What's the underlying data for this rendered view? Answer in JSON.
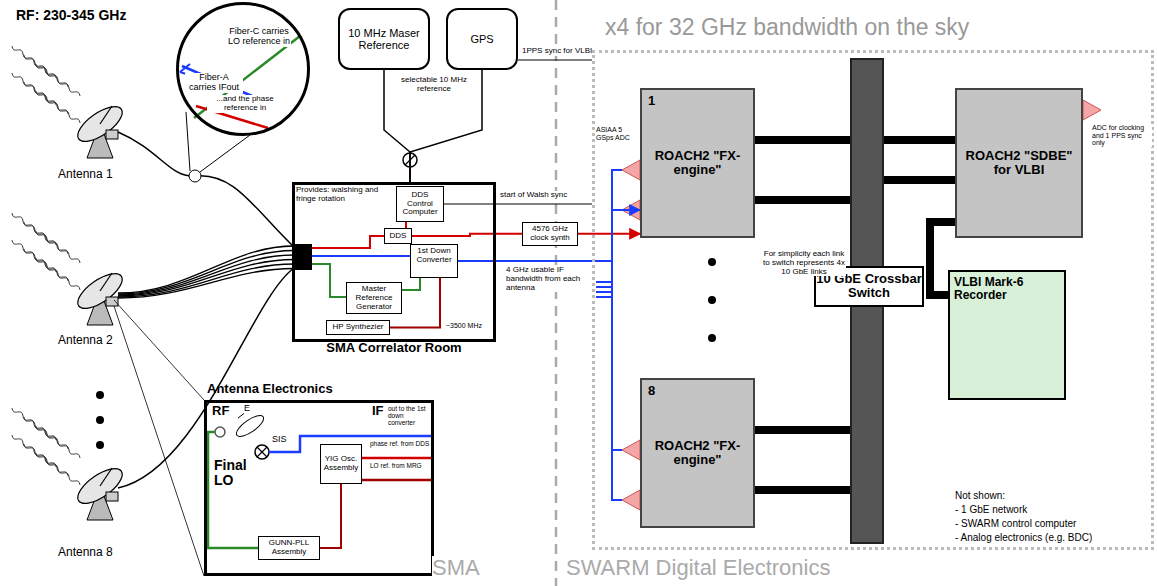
{
  "diagram": {
    "nodes": [
      {
        "text": [
          "Fiber-C carries LO reference in",
          "Fiber-A carries IFout",
          "...and the phase reference in"
        ]
      },
      {
        "text": [
          "10 MHz Maser Reference"
        ]
      },
      {
        "text": [
          "GPS"
        ]
      },
      {
        "text": [
          "SMA Correlator Room"
        ]
      },
      {
        "text": [
          "DDS Control Computer"
        ],
        "in": 3
      },
      {
        "text": [
          "DDS"
        ],
        "in": 3
      },
      {
        "text": [
          "1st Down Converter"
        ],
        "in": 3
      },
      {
        "text": [
          "Master Reference Generator"
        ],
        "in": 3
      },
      {
        "text": [
          "HP Synthezier"
        ],
        "in": 3
      },
      {
        "text": [
          "4576 GHz clock synth"
        ]
      },
      {
        "text": [
          "Antenna Electronics"
        ]
      },
      {
        "text": [
          "YIG Osc. Assembly"
        ],
        "in": 10
      },
      {
        "text": [
          "GUNN-PLL Assembly"
        ],
        "in": 10
      },
      {
        "text": [
          "x4 for 32 GHz bandwidth on the sky"
        ]
      },
      {
        "text": [
          "1",
          "ROACH2 \"FX-engine\""
        ],
        "in": 13
      },
      {
        "text": [
          "ROACH2 \"SDBE\" for VLBI"
        ],
        "in": 13
      },
      {
        "text": [
          "10 GbE Crossbar Switch"
        ],
        "in": 13
      },
      {
        "text": [
          "8",
          "ROACH2 \"FX-engine\""
        ],
        "in": 13
      },
      {
        "text": [
          "VLBI Mark-6 Recorder"
        ],
        "in": 13
      }
    ],
    "edges": [
      {
        "from": 1,
        "to": 3,
        "arrow": "none"
      },
      {
        "from": 2,
        "to": 3,
        "arrow": "none"
      },
      {
        "from": 2,
        "to": 13,
        "label": "1PPS sync for VLBI",
        "arrow": "none"
      },
      {
        "from": 4,
        "to": 13,
        "label": "start of Walsh sync",
        "arrow": "none"
      },
      {
        "from": 4,
        "to": 5,
        "arrow": "none"
      },
      {
        "from": 5,
        "to": 9,
        "arrow": "none"
      },
      {
        "from": 9,
        "to": 14,
        "arrow": "to"
      },
      {
        "from": 7,
        "to": 6,
        "arrow": "none"
      },
      {
        "from": 8,
        "to": 6,
        "arrow": "none"
      },
      {
        "from": 6,
        "to": 14,
        "arrow": "to"
      },
      {
        "from": 14,
        "to": 16,
        "arrow": "none"
      },
      {
        "from": 17,
        "to": 16,
        "arrow": "none"
      },
      {
        "from": 16,
        "to": 15,
        "arrow": "none"
      },
      {
        "from": 15,
        "to": 18,
        "arrow": "none"
      },
      {
        "from": 11,
        "to": 12,
        "arrow": "none"
      }
    ],
    "labels": [
      "RF: 230-345 GHz",
      "Antenna 1",
      "Antenna 2",
      "Antenna 8",
      "selectable 10 MHz reference",
      "Provides: walshing and fringe rotation",
      "~3500 MHz",
      "RF",
      "E",
      "SIS",
      "Final LO",
      "IF",
      "out to the 1st down converter",
      "phase ref. from DDS",
      "LO ref. from MRG",
      "ASIAA 5 GSps ADC",
      "4 GHz usable IF bandwidth from each antenna",
      "For simplicity each link to switch represents 4x 10 GbE links",
      "ADC for clocking and 1 PPS sync only",
      "Not shown:",
      "- 1 GbE network",
      "- SWARM control computer",
      "- Analog electronics (e.g. BDC)",
      "SMA",
      "SWARM Digital Electronics"
    ]
  }
}
